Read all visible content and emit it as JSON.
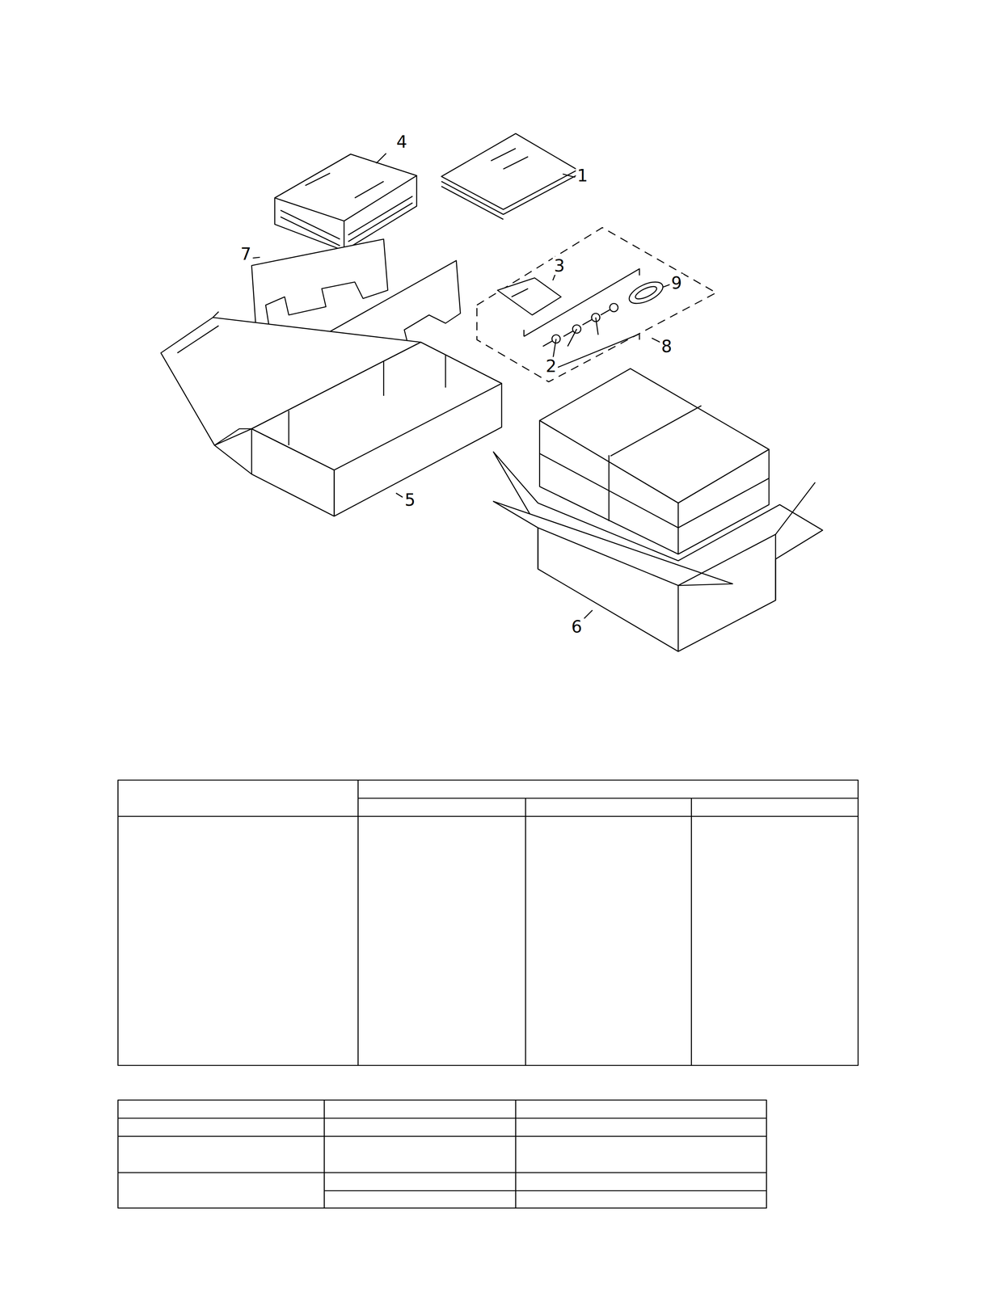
{
  "diagram": {
    "labels": [
      "4",
      "1",
      "7",
      "3",
      "9",
      "8",
      "2",
      "5",
      "6"
    ]
  }
}
